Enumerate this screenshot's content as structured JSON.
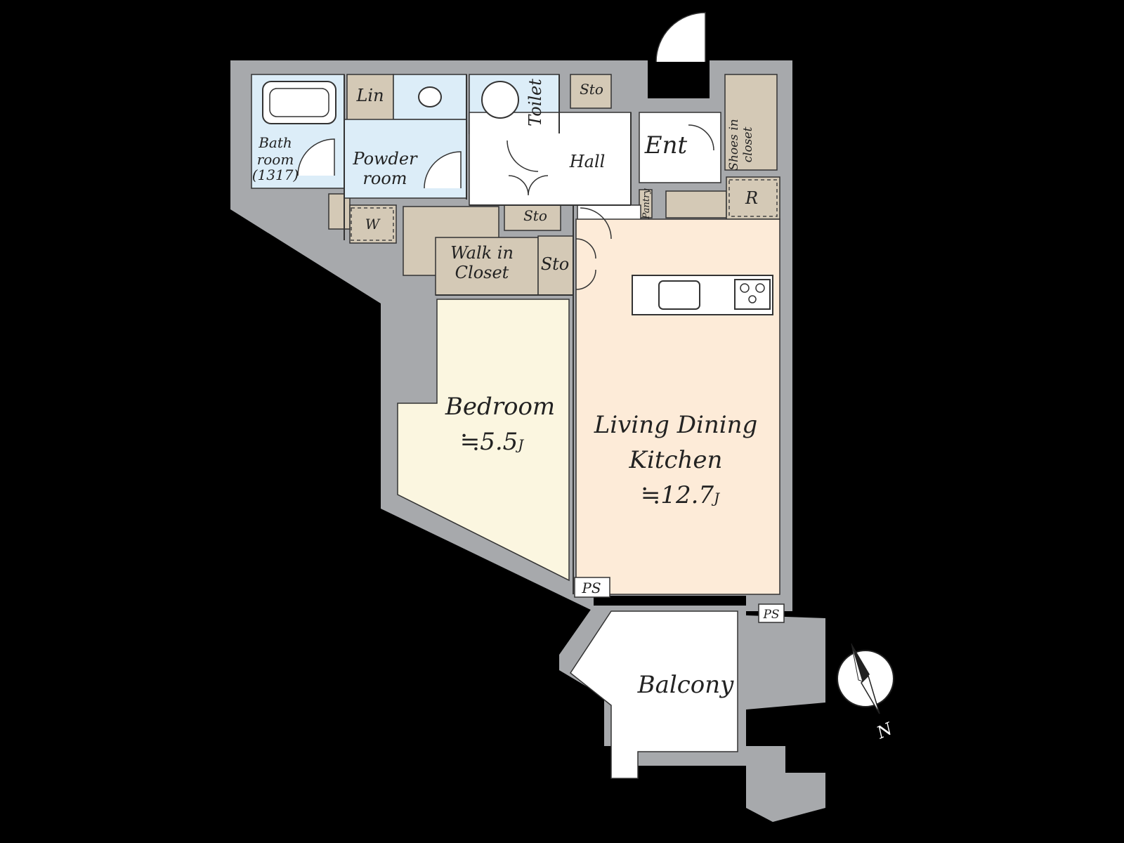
{
  "colors": {
    "background": "#000000",
    "wall": "#a7a9ac",
    "storage": "#d4c9b6",
    "wet_area": "#dcedf8",
    "bedroom": "#fbf6e0",
    "ldk": "#fdebd8",
    "floor": "#ffffff"
  },
  "rooms": {
    "bath": {
      "line1": "Bath",
      "line2": "room",
      "line3": "(1317)"
    },
    "lin": "Lin",
    "toilet": "Toilet",
    "sto_top": "Sto",
    "powder": {
      "line1": "Powder",
      "line2": "room"
    },
    "hall": "Hall",
    "ent": "Ent",
    "shoes": {
      "line1": "Shoes in",
      "line2": "closet"
    },
    "pantry": "Pantry",
    "refrigerator": "R",
    "sto_hall": "Sto",
    "w": "W",
    "walk_in": {
      "line1": "Walk in",
      "line2": "Closet"
    },
    "sto_side": "Sto",
    "bedroom": {
      "name": "Bedroom",
      "size": "≒5.5",
      "unit": "J"
    },
    "ldk": {
      "line1": "Living Dining",
      "line2": "Kitchen",
      "size": "≒12.7",
      "unit": "J"
    },
    "ps_bedroom": "PS",
    "ps_corner": "PS",
    "balcony": "Balcony"
  },
  "compass": {
    "label": "N",
    "icon": "compass-icon"
  }
}
